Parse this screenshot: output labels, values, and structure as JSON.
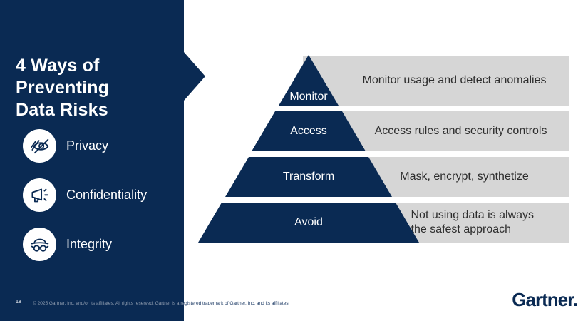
{
  "colors": {
    "navy": "#0a2a53",
    "bar_gray": "#d6d6d6",
    "text_dark": "#2d2d2d"
  },
  "sidebar": {
    "title_lines": [
      "4 Ways of",
      "Preventing",
      "Data Risks"
    ],
    "items": [
      {
        "icon": "privacy-eye-icon",
        "label": "Privacy"
      },
      {
        "icon": "megaphone-icon",
        "label": "Confidentiality"
      },
      {
        "icon": "incognito-icon",
        "label": "Integrity"
      }
    ]
  },
  "pyramid": {
    "levels": [
      {
        "label": "Monitor",
        "description": "Monitor usage and detect anomalies"
      },
      {
        "label": "Access",
        "description": "Access rules and security controls"
      },
      {
        "label": "Transform",
        "description": "Mask, encrypt, synthetize"
      },
      {
        "label": "Avoid",
        "description": "Not using data is always the safest approach"
      }
    ]
  },
  "footer": {
    "page_number": "18",
    "copyright": "© 2025 Gartner, Inc. and/or its affiliates. All rights reserved. Gartner is a registered trademark of Gartner, Inc. and its affiliates.",
    "logo_text": "Gartner."
  }
}
